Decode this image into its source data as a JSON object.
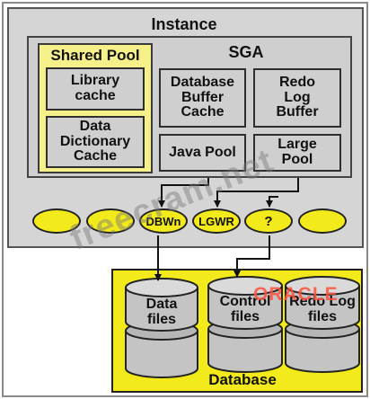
{
  "instance": {
    "title": "Instance"
  },
  "sga": {
    "title": "SGA",
    "shared_pool": {
      "title": "Shared Pool",
      "library_cache": "Library cache",
      "data_dictionary_cache": "Data Dictionary Cache"
    },
    "database_buffer_cache": "Database Buffer Cache",
    "redo_log_buffer": "Redo Log Buffer",
    "java_pool": "Java Pool",
    "large_pool": "Large Pool"
  },
  "processes": [
    "",
    "",
    "DBWn",
    "LGWR",
    "?",
    ""
  ],
  "database": {
    "title": "Database",
    "data_files": "Data files",
    "control_files": "Control files",
    "redo_log_files": "Redo Log files"
  },
  "watermark": "freecram.net",
  "oracle_logo": "ORACLE",
  "colors": {
    "yellow": "#f3ea1b",
    "light_yellow": "#f6f08a",
    "gray": "#cfcfcf",
    "arrow": "#111111"
  }
}
